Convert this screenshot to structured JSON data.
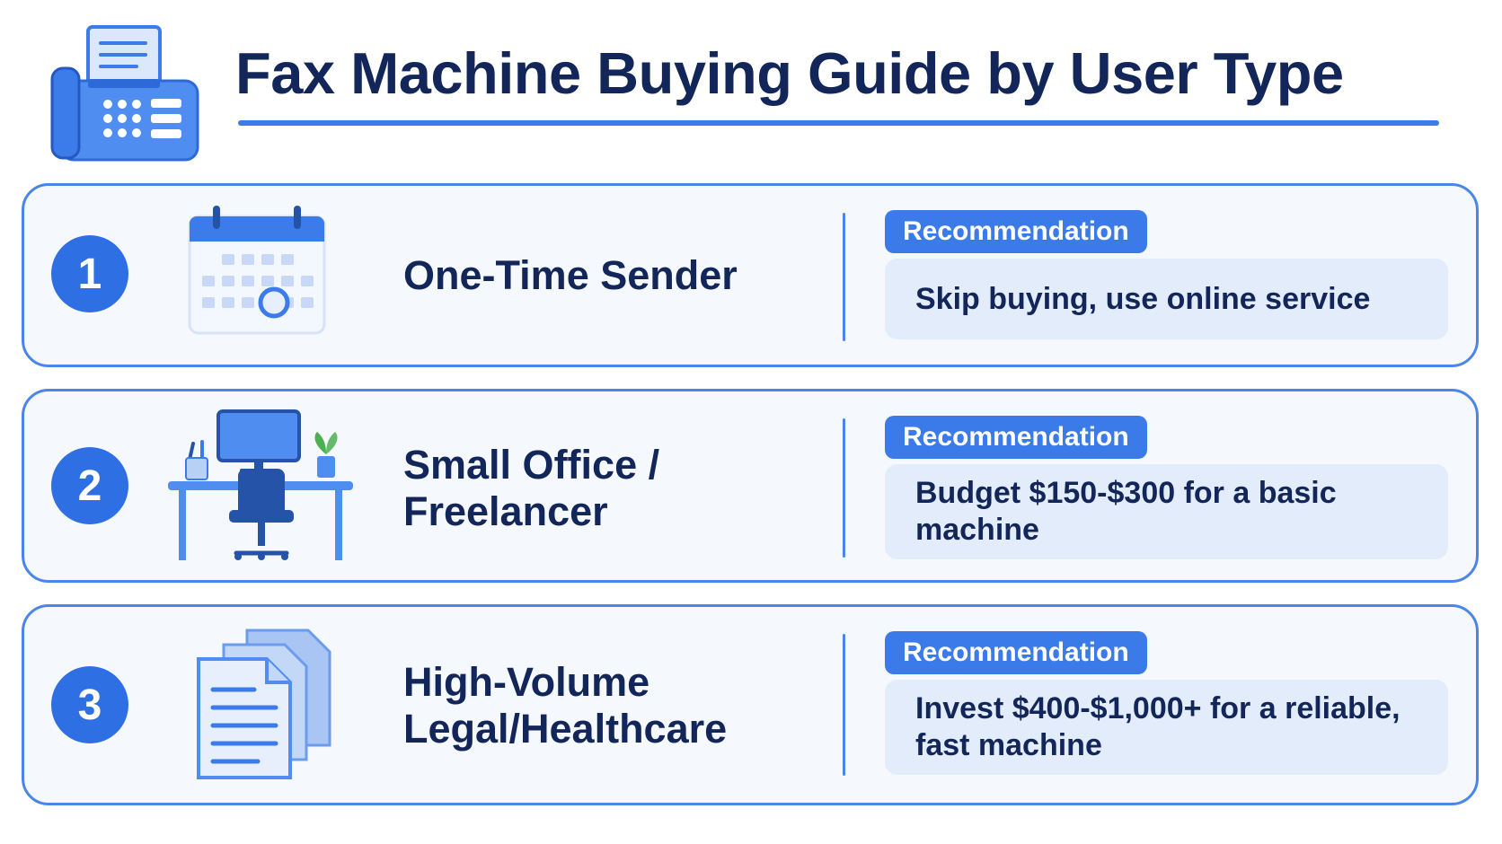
{
  "title": "Fax Machine Buying Guide by User Type",
  "colors": {
    "accent": "#3b7bea",
    "navy": "#13265a",
    "card_border": "#4a86ea",
    "card_bg": "#f5f8fd",
    "rec_bg": "#e3ecfa"
  },
  "header_icon": "fax-machine-icon",
  "user_types": [
    {
      "number": "1",
      "icon": "calendar-icon",
      "label": "One-Time Sender",
      "badge": "Recommendation",
      "recommendation": "Skip buying, use online service"
    },
    {
      "number": "2",
      "icon": "desk-workstation-icon",
      "label": "Small Office / Freelancer",
      "badge": "Recommendation",
      "recommendation": "Budget $150-$300 for a basic machine"
    },
    {
      "number": "3",
      "icon": "documents-stack-icon",
      "label": "High-Volume Legal/Healthcare",
      "badge": "Recommendation",
      "recommendation": "Invest $400-$1,000+ for a reliable, fast machine"
    }
  ]
}
